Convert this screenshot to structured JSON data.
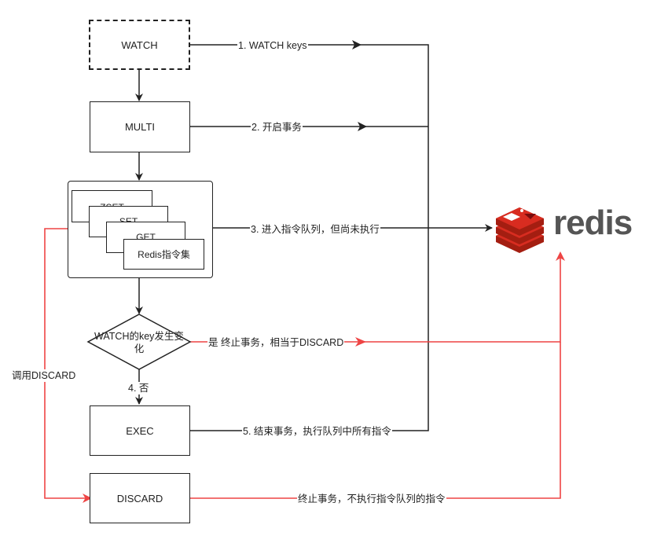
{
  "nodes": {
    "watch": "WATCH",
    "multi": "MULTI",
    "stack_cards": [
      "ZSET",
      "SET",
      "GET",
      "Redis指令集"
    ],
    "decision": "WATCH的key发生变化",
    "exec": "EXEC",
    "discard": "DISCARD"
  },
  "edge_labels": {
    "watch_keys": "1. WATCH keys",
    "start_tx": "2. 开启事务",
    "enqueue": "3. 进入指令队列，但尚未执行",
    "yes_discard": "是 终止事务，相当于DISCARD",
    "no": "4. 否",
    "exec_all": "5. 结束事务，执行队列中所有指令",
    "call_discard": "调用DISCARD",
    "discard_end": "终止事务，不执行指令队列的指令"
  },
  "logo": {
    "word": "redis",
    "brand_color": "#d82c20",
    "icon": "redis-cube-stack-icon"
  },
  "colors": {
    "line": "#222222",
    "red_line": "#ee4444"
  }
}
